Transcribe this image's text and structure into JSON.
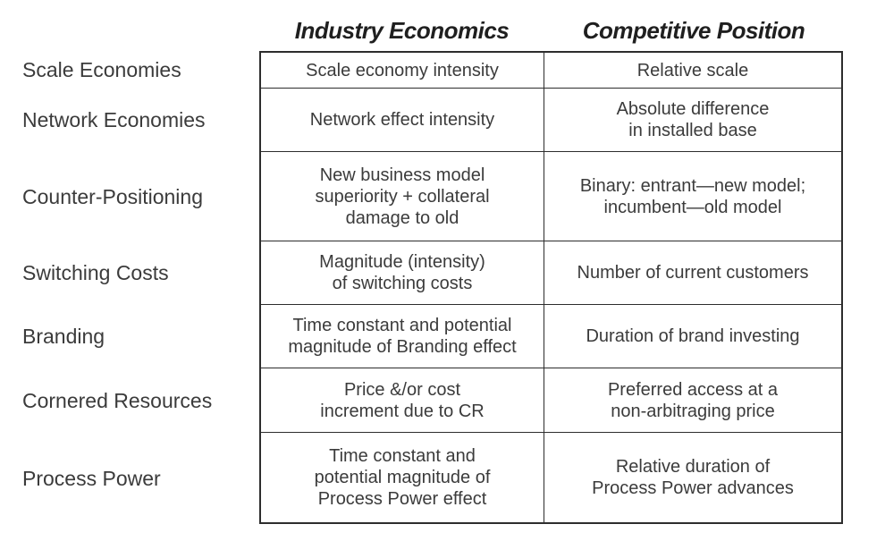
{
  "table": {
    "column_headers": {
      "industry_economics": "Industry Economics",
      "competitive_position": "Competitive Position"
    },
    "rows": [
      {
        "label": "Scale Economies",
        "industry_economics": "Scale economy intensity",
        "competitive_position": "Relative scale"
      },
      {
        "label": "Network Economies",
        "industry_economics": "Network effect intensity",
        "competitive_position": "Absolute difference\nin installed base"
      },
      {
        "label": "Counter-Positioning",
        "industry_economics": "New business model\nsuperiority + collateral\ndamage to old",
        "competitive_position": "Binary: entrant—new model;\nincumbent—old model"
      },
      {
        "label": "Switching Costs",
        "industry_economics": "Magnitude (intensity)\nof switching costs",
        "competitive_position": "Number of current customers"
      },
      {
        "label": "Branding",
        "industry_economics": "Time constant and potential\nmagnitude of Branding effect",
        "competitive_position": "Duration of brand investing"
      },
      {
        "label": "Cornered Resources",
        "industry_economics": "Price &/or cost\nincrement due to CR",
        "competitive_position": "Preferred access at a\nnon-arbitraging price"
      },
      {
        "label": "Process Power",
        "industry_economics": "Time constant and\npotential magnitude of\nProcess Power effect",
        "competitive_position": "Relative duration of\nProcess Power advances"
      }
    ],
    "colors": {
      "background": "#ffffff",
      "text": "#3b3b3b",
      "header_text": "#1f1f1f",
      "border": "#2d2d2d"
    }
  }
}
